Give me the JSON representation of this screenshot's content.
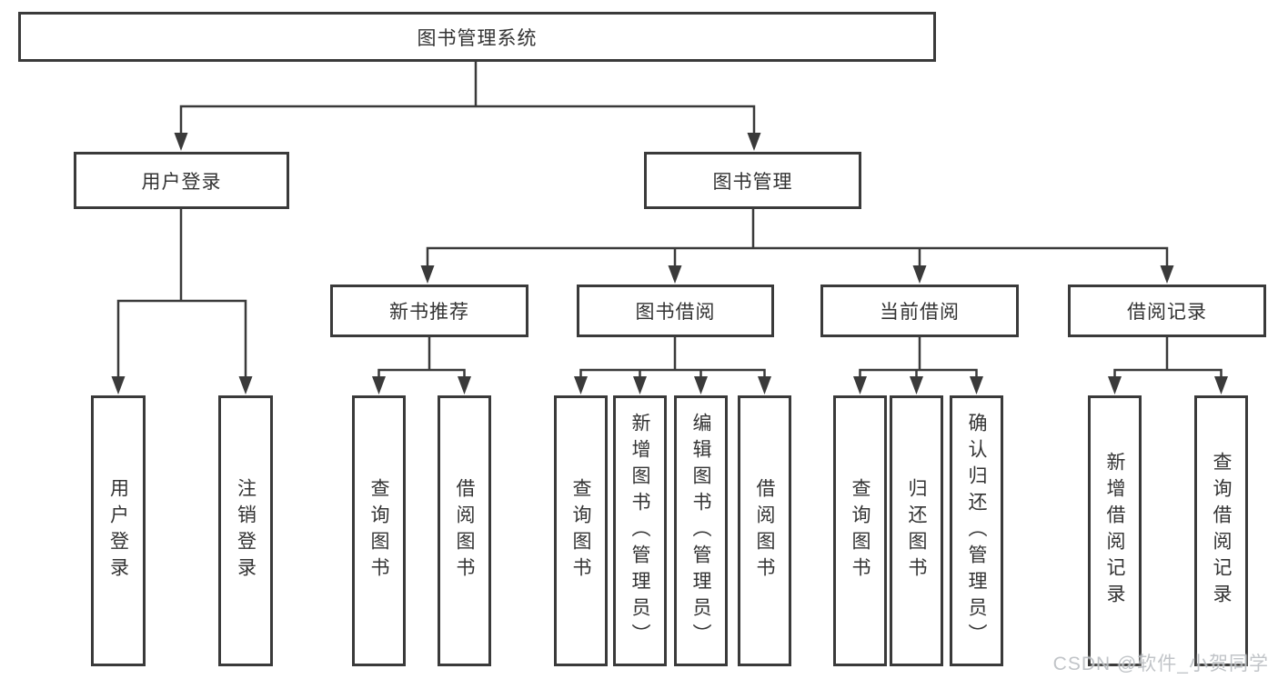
{
  "diagram": {
    "tree": {
      "label": "图书管理系统",
      "children": [
        {
          "label": "用户登录",
          "children": [
            {
              "label": "用户登录"
            },
            {
              "label": "注销登录"
            }
          ]
        },
        {
          "label": "图书管理",
          "children": [
            {
              "label": "新书推荐",
              "children": [
                {
                  "label": "查询图书"
                },
                {
                  "label": "借阅图书"
                }
              ]
            },
            {
              "label": "图书借阅",
              "children": [
                {
                  "label": "查询图书"
                },
                {
                  "label": "新增图书（管理员）"
                },
                {
                  "label": "编辑图书（管理员）"
                },
                {
                  "label": "借阅图书"
                }
              ]
            },
            {
              "label": "当前借阅",
              "children": [
                {
                  "label": "查询图书"
                },
                {
                  "label": "归还图书"
                },
                {
                  "label": "确认归还（管理员）"
                }
              ]
            },
            {
              "label": "借阅记录",
              "children": [
                {
                  "label": "新增借阅记录"
                },
                {
                  "label": "查询借阅记录"
                }
              ]
            }
          ]
        }
      ]
    },
    "colors": {
      "line": "#3a3a3a",
      "text": "#333333",
      "box_background": "#ffffff",
      "watermark": "#bcc0c4"
    }
  },
  "watermark": {
    "text": "CSDN @软件_小贺同学"
  }
}
